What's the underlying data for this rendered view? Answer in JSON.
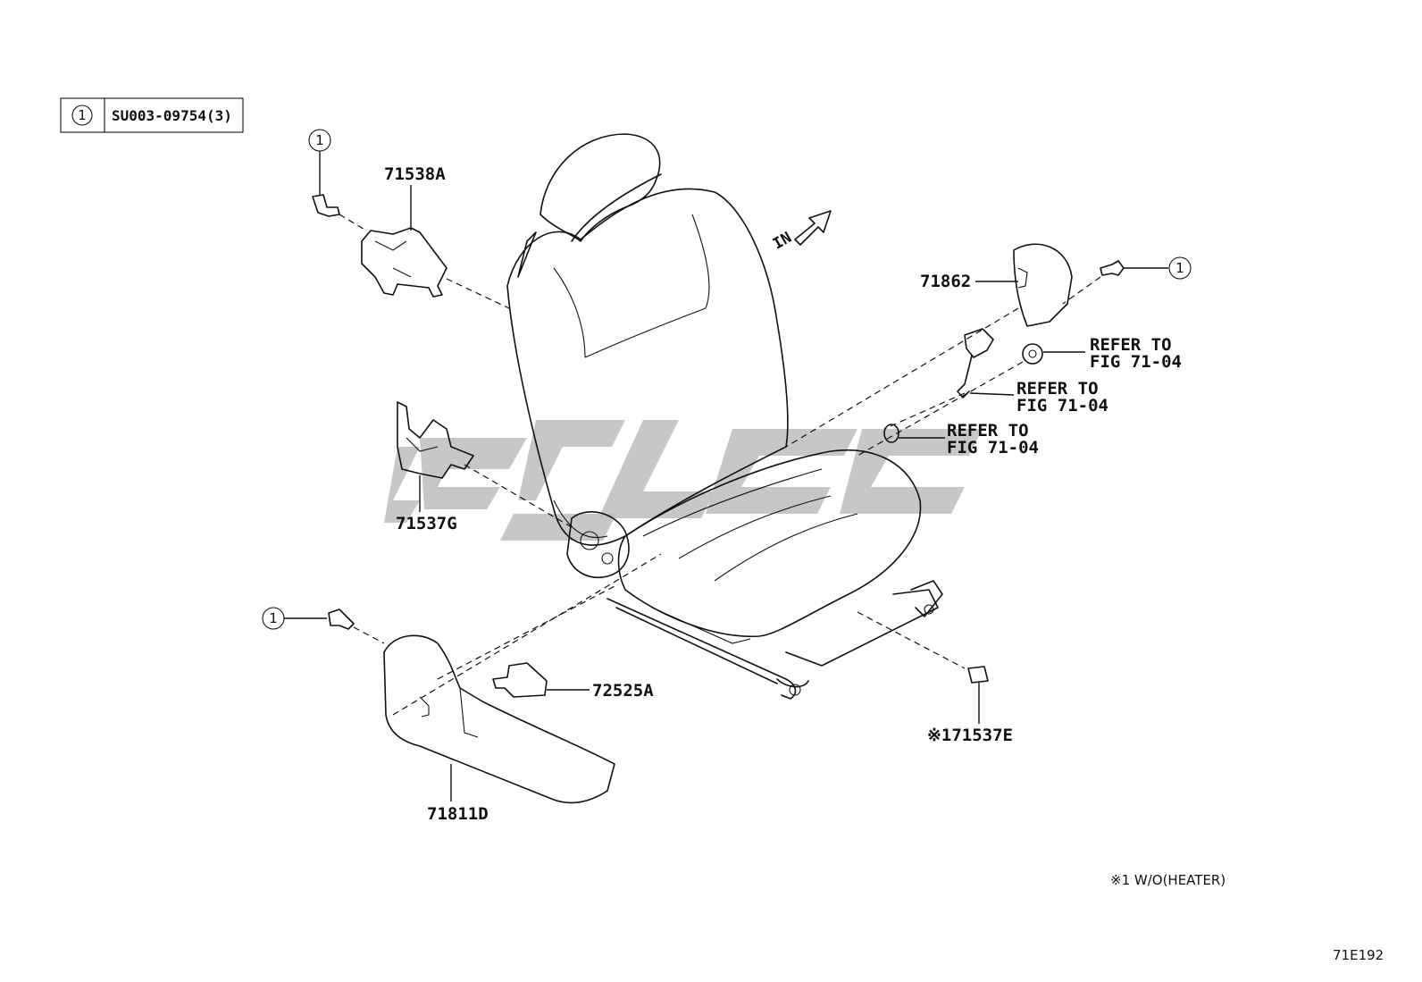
{
  "legend": {
    "symbol": "1",
    "code": "SU003-09754(3)"
  },
  "callouts": {
    "bolt_top": "1",
    "bolt_right": "1",
    "bolt_bottom": "1"
  },
  "labels": {
    "p71538A": "71538A",
    "p71537G": "71537G",
    "p71862": "71862",
    "p72525A": "72525A",
    "p71811D": "71811D",
    "p71537E": "※171537E",
    "in_arrow": "IN"
  },
  "refer": {
    "r1_line1": "REFER TO",
    "r1_line2": "FIG 71-04",
    "r2_line1": "REFER TO",
    "r2_line2": "FIG 71-04",
    "r3_line1": "REFER TO",
    "r3_line2": "FIG 71-04"
  },
  "footnote": "※1 W/O(HEATER)",
  "figure_id": "71E192"
}
